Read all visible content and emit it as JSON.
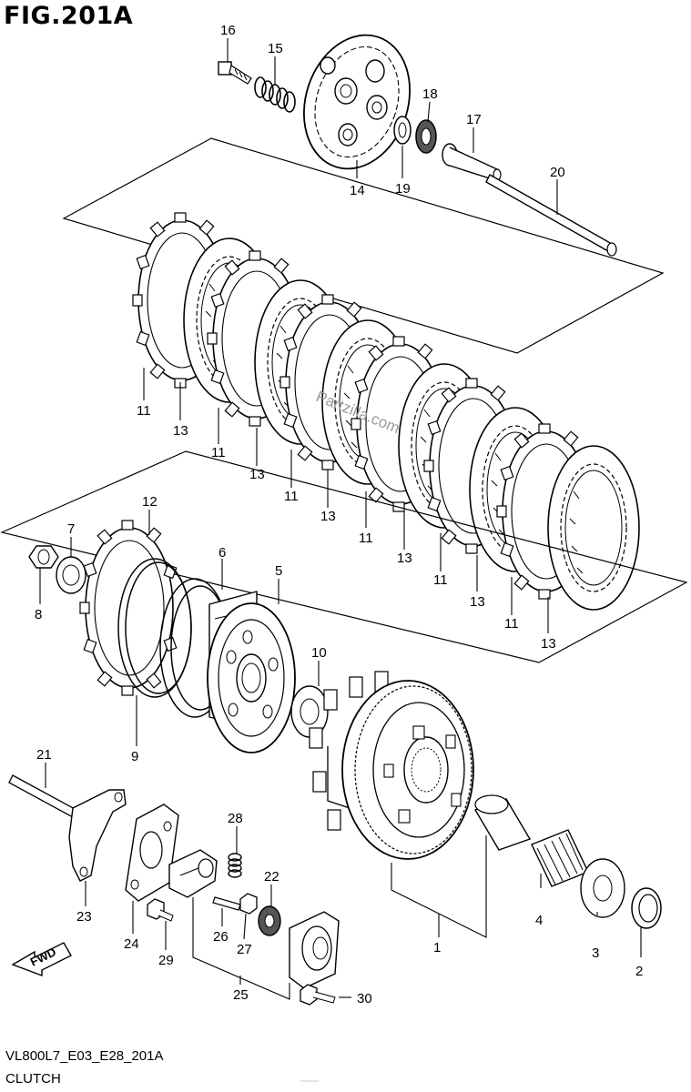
{
  "figure": {
    "title": "FIG.201A",
    "code": "VL800L7_E03_E28_201A",
    "name": "CLUTCH",
    "watermark": "Partzilla.com",
    "fwd_label": "FWD",
    "fine_print": "~~~~~~~"
  },
  "callouts": [
    {
      "id": "c16",
      "text": "16"
    },
    {
      "id": "c15",
      "text": "15"
    },
    {
      "id": "c14",
      "text": "14"
    },
    {
      "id": "c18",
      "text": "18"
    },
    {
      "id": "c17",
      "text": "17"
    },
    {
      "id": "c19",
      "text": "19"
    },
    {
      "id": "c20",
      "text": "20"
    },
    {
      "id": "c11a",
      "text": "11"
    },
    {
      "id": "c13a",
      "text": "13"
    },
    {
      "id": "c11b",
      "text": "11"
    },
    {
      "id": "c13b",
      "text": "13"
    },
    {
      "id": "c11c",
      "text": "11"
    },
    {
      "id": "c13c",
      "text": "13"
    },
    {
      "id": "c11d",
      "text": "11"
    },
    {
      "id": "c13d",
      "text": "13"
    },
    {
      "id": "c11e",
      "text": "11"
    },
    {
      "id": "c13e",
      "text": "13"
    },
    {
      "id": "c11f",
      "text": "11"
    },
    {
      "id": "c13f",
      "text": "13"
    },
    {
      "id": "c12",
      "text": "12"
    },
    {
      "id": "c7",
      "text": "7"
    },
    {
      "id": "c8",
      "text": "8"
    },
    {
      "id": "c6",
      "text": "6"
    },
    {
      "id": "c5",
      "text": "5"
    },
    {
      "id": "c10",
      "text": "10"
    },
    {
      "id": "c9",
      "text": "9"
    },
    {
      "id": "c21",
      "text": "21"
    },
    {
      "id": "c28",
      "text": "28"
    },
    {
      "id": "c22",
      "text": "22"
    },
    {
      "id": "c23",
      "text": "23"
    },
    {
      "id": "c24",
      "text": "24"
    },
    {
      "id": "c29",
      "text": "29"
    },
    {
      "id": "c26",
      "text": "26"
    },
    {
      "id": "c27",
      "text": "27"
    },
    {
      "id": "c25",
      "text": "25"
    },
    {
      "id": "c30",
      "text": "30"
    },
    {
      "id": "c1",
      "text": "1"
    },
    {
      "id": "c4",
      "text": "4"
    },
    {
      "id": "c3",
      "text": "3"
    },
    {
      "id": "c2",
      "text": "2"
    }
  ]
}
